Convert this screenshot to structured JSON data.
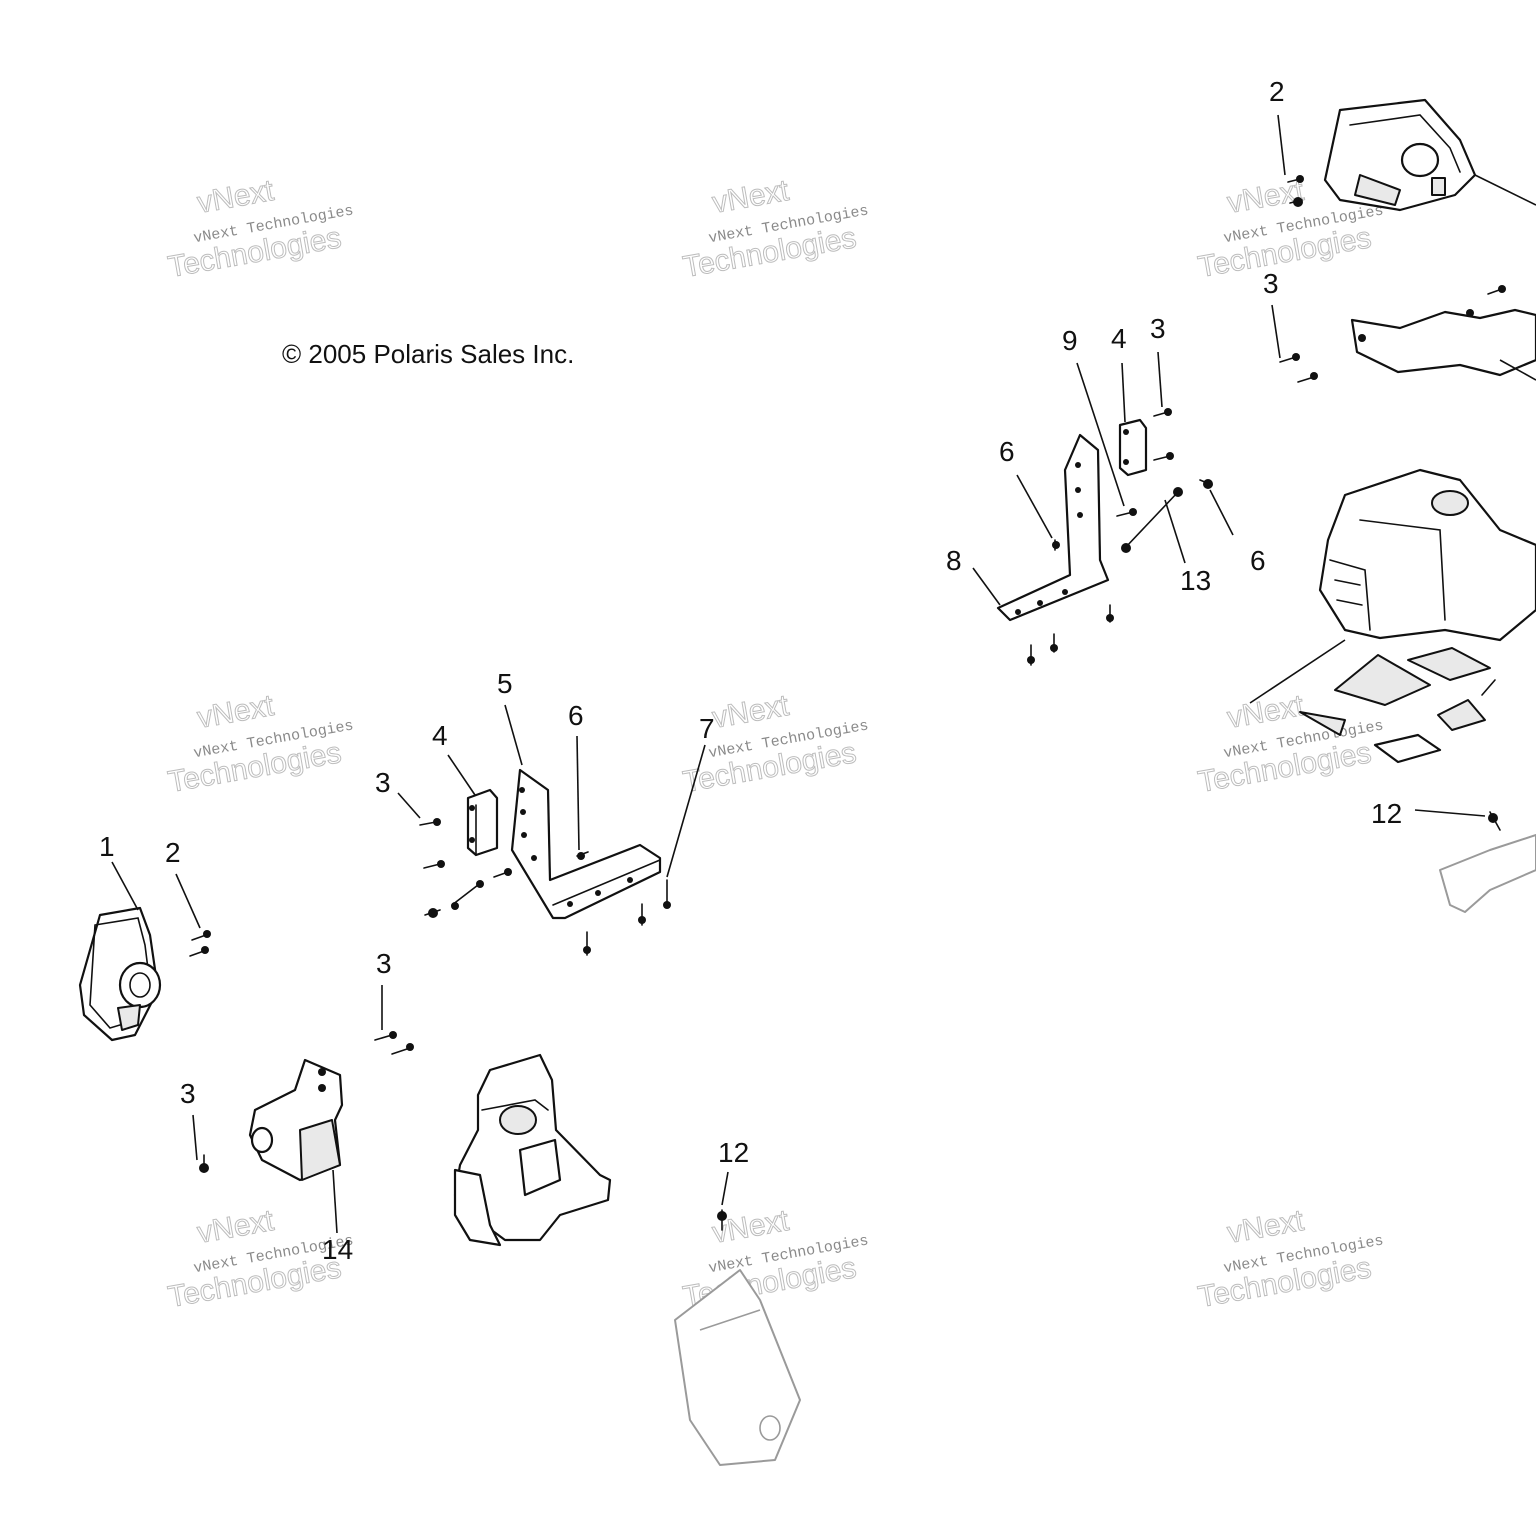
{
  "copyright": "© 2005 Polaris Sales Inc.",
  "watermark": {
    "line1": "vNext",
    "line2": "vNext Technologies",
    "line3": "Technologies"
  },
  "callouts": {
    "c1": "1",
    "c2a": "2",
    "c2b": "2",
    "c3a": "3",
    "c3b": "3",
    "c3c": "3",
    "c3d": "3",
    "c3e": "3",
    "c4a": "4",
    "c4b": "4",
    "c5": "5",
    "c6a": "6",
    "c6b": "6",
    "c6c": "6",
    "c7": "7",
    "c8": "8",
    "c9": "9",
    "c12a": "12",
    "c12b": "12",
    "c13": "13",
    "c14": "14"
  }
}
